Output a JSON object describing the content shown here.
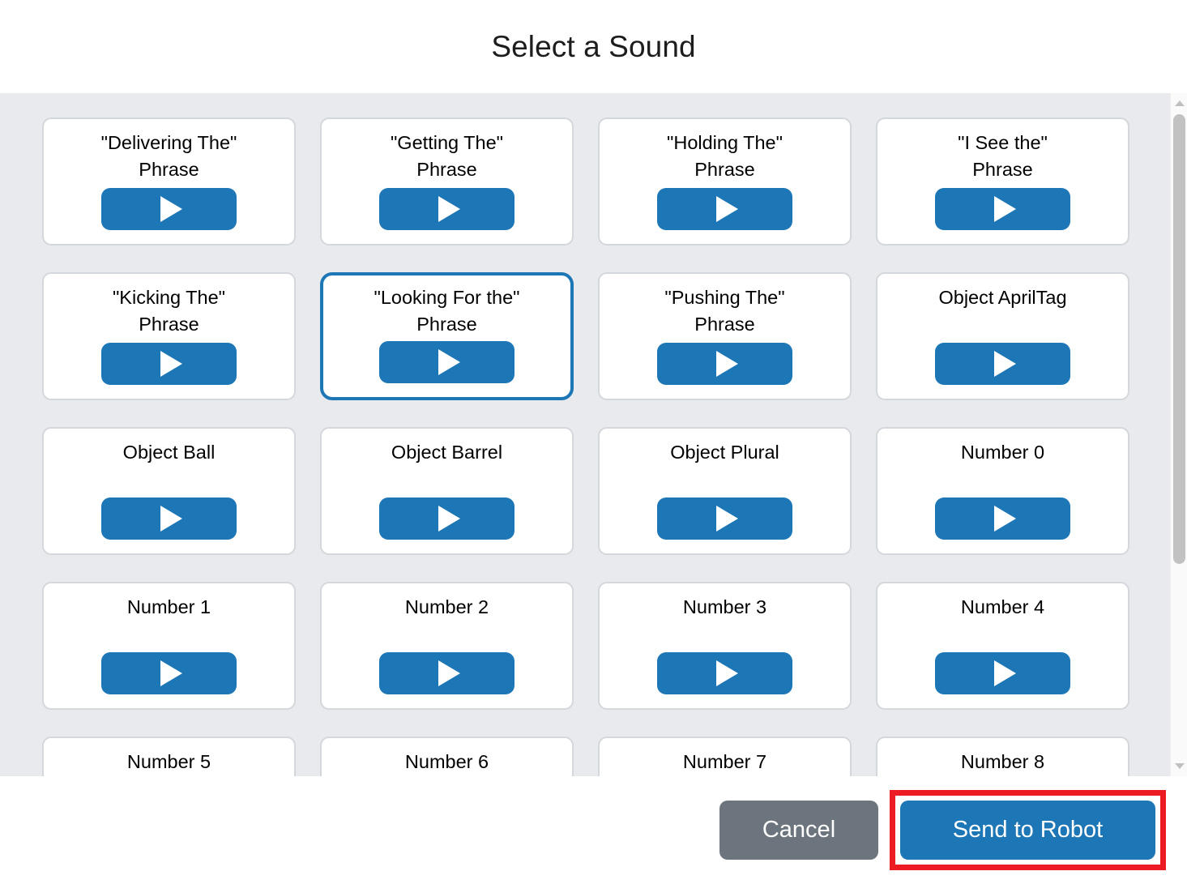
{
  "dialog": {
    "title": "Select a Sound"
  },
  "sounds": [
    {
      "label": "\"Delivering The\"\nPhrase",
      "play_icon": "play-icon",
      "selected": false
    },
    {
      "label": "\"Getting The\"\nPhrase",
      "play_icon": "play-icon",
      "selected": false
    },
    {
      "label": "\"Holding The\"\nPhrase",
      "play_icon": "play-icon",
      "selected": false
    },
    {
      "label": "\"I See the\"\nPhrase",
      "play_icon": "play-icon",
      "selected": false
    },
    {
      "label": "\"Kicking The\"\nPhrase",
      "play_icon": "play-icon",
      "selected": false
    },
    {
      "label": "\"Looking For the\"\nPhrase",
      "play_icon": "play-icon",
      "selected": true
    },
    {
      "label": "\"Pushing The\"\nPhrase",
      "play_icon": "play-icon",
      "selected": false
    },
    {
      "label": "Object AprilTag",
      "play_icon": "play-icon",
      "selected": false
    },
    {
      "label": "Object Ball",
      "play_icon": "play-icon",
      "selected": false
    },
    {
      "label": "Object Barrel",
      "play_icon": "play-icon",
      "selected": false
    },
    {
      "label": "Object Plural",
      "play_icon": "play-icon",
      "selected": false
    },
    {
      "label": "Number 0",
      "play_icon": "play-icon",
      "selected": false
    },
    {
      "label": "Number 1",
      "play_icon": "play-icon",
      "selected": false
    },
    {
      "label": "Number 2",
      "play_icon": "play-icon",
      "selected": false
    },
    {
      "label": "Number 3",
      "play_icon": "play-icon",
      "selected": false
    },
    {
      "label": "Number 4",
      "play_icon": "play-icon",
      "selected": false
    },
    {
      "label": "Number 5",
      "play_icon": "play-icon",
      "selected": false
    },
    {
      "label": "Number 6",
      "play_icon": "play-icon",
      "selected": false
    },
    {
      "label": "Number 7",
      "play_icon": "play-icon",
      "selected": false
    },
    {
      "label": "Number 8",
      "play_icon": "play-icon",
      "selected": false
    }
  ],
  "scrollbar": {
    "up_arrow_icon": "chevron-up-icon",
    "down_arrow_icon": "chevron-down-icon"
  },
  "footer": {
    "cancel_label": "Cancel",
    "send_label": "Send to Robot"
  },
  "colors": {
    "accent_blue": "#1d76b5",
    "cancel_gray": "#6c757d",
    "body_background": "#e9eaee",
    "card_border": "#d4d7db",
    "highlight_red": "#ed1c24"
  }
}
